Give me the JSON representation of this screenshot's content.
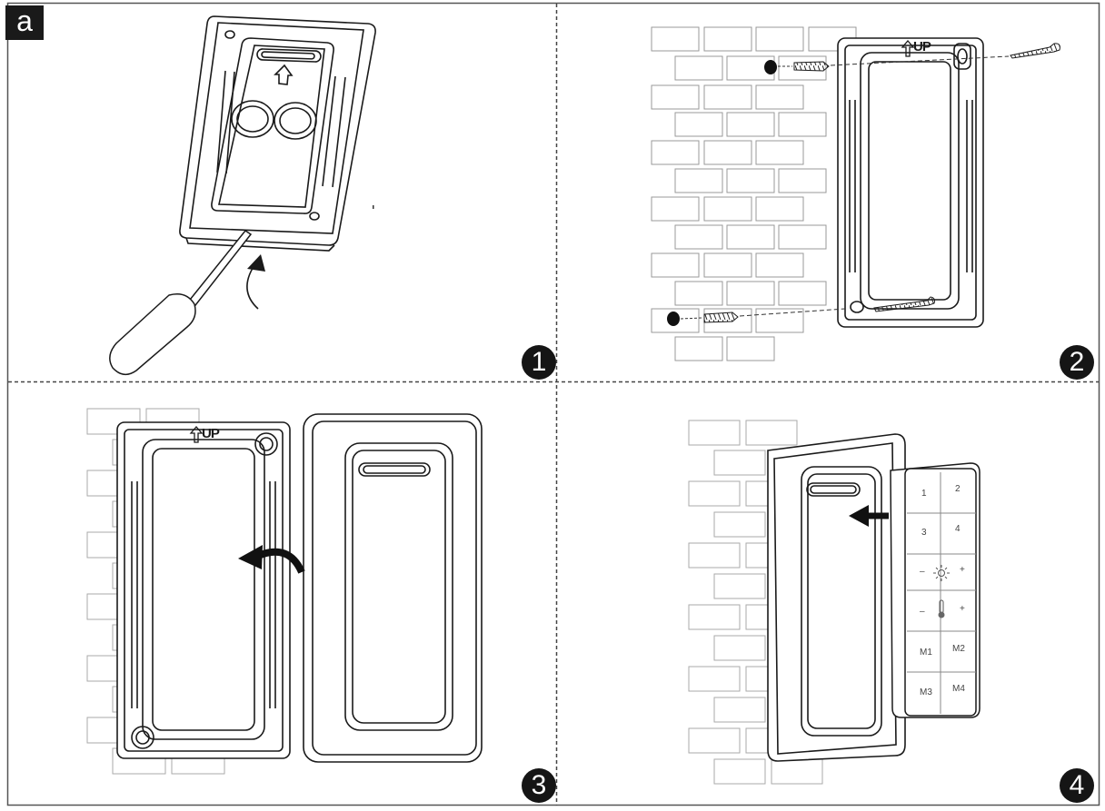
{
  "figure": {
    "panel_label": "a",
    "steps": [
      {
        "number": "1"
      },
      {
        "number": "2"
      },
      {
        "number": "3"
      },
      {
        "number": "4"
      }
    ],
    "up_label": "UP",
    "remote": {
      "buttons": [
        "1",
        "2",
        "3",
        "4",
        "–",
        "+",
        "–",
        "+",
        "M1",
        "M2",
        "M3",
        "M4"
      ],
      "icons": [
        "brightness-icon",
        "thermometer-icon"
      ]
    }
  }
}
